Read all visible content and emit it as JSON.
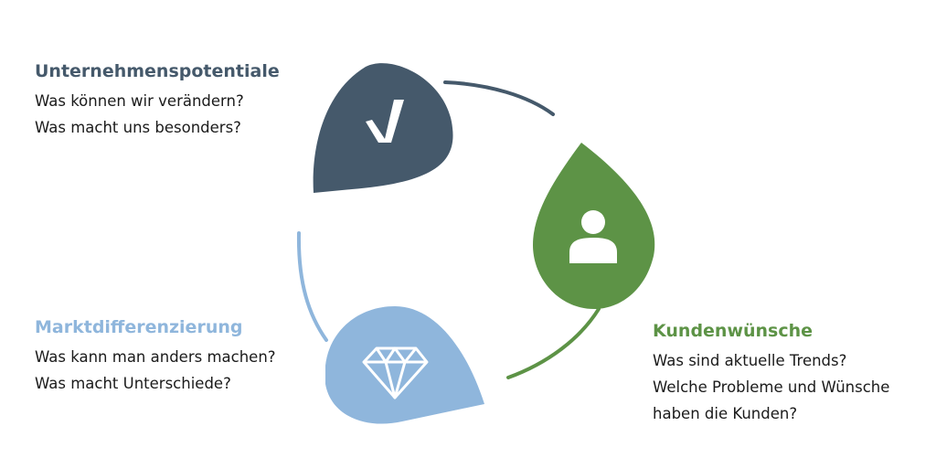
{
  "colors": {
    "potential": "#45596b",
    "customer": "#5d9346",
    "market": "#8fb6dc"
  },
  "icons": {
    "potential": "check-icon",
    "customer": "person-icon",
    "market": "diamond-icon"
  },
  "potential": {
    "title": "Unternehmenspotentiale",
    "lines": [
      "Was können wir verändern?",
      "Was macht uns besonders?"
    ]
  },
  "market": {
    "title": "Marktdifferenzierung",
    "lines": [
      "Was kann man anders machen?",
      "Was macht Unterschiede?"
    ]
  },
  "customer": {
    "title": "Kundenwünsche",
    "lines": [
      "Was sind aktuelle Trends?",
      "Welche Probleme und Wünsche",
      "haben die Kunden?"
    ]
  }
}
